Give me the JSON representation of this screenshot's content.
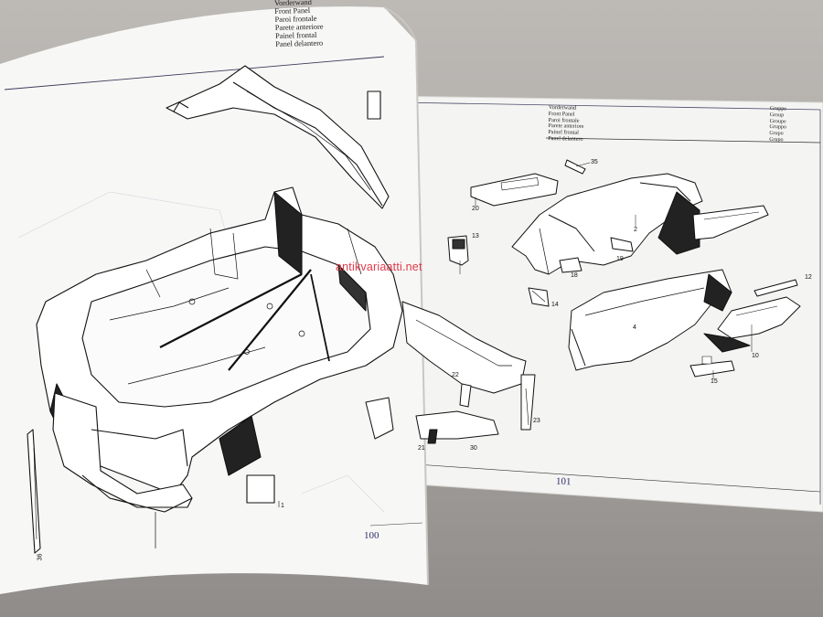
{
  "left_page": {
    "header_lines": [
      "Vorderwand",
      "Front Panel",
      "Paroi frontale",
      "Parete anteriore",
      "Painel frontal",
      "Panel delantero"
    ],
    "page_number": "100",
    "callouts": [
      "1",
      "36"
    ]
  },
  "right_page": {
    "header_lines": [
      "Vorderwand",
      "Front Panel",
      "Paroi frontale",
      "Parete anteriore",
      "Painel frontal",
      "Panel delantero"
    ],
    "group_lines": [
      "Gruppe",
      "Group",
      "Groupe",
      "Gruppo",
      "Grupo",
      "Grupo"
    ],
    "page_number": "101",
    "callouts": [
      "35",
      "20",
      "2",
      "13",
      "19",
      "18",
      "14",
      "4",
      "12",
      "10",
      "15",
      "22",
      "23",
      "21",
      "30"
    ]
  },
  "watermark": "antikvariaatti.net"
}
